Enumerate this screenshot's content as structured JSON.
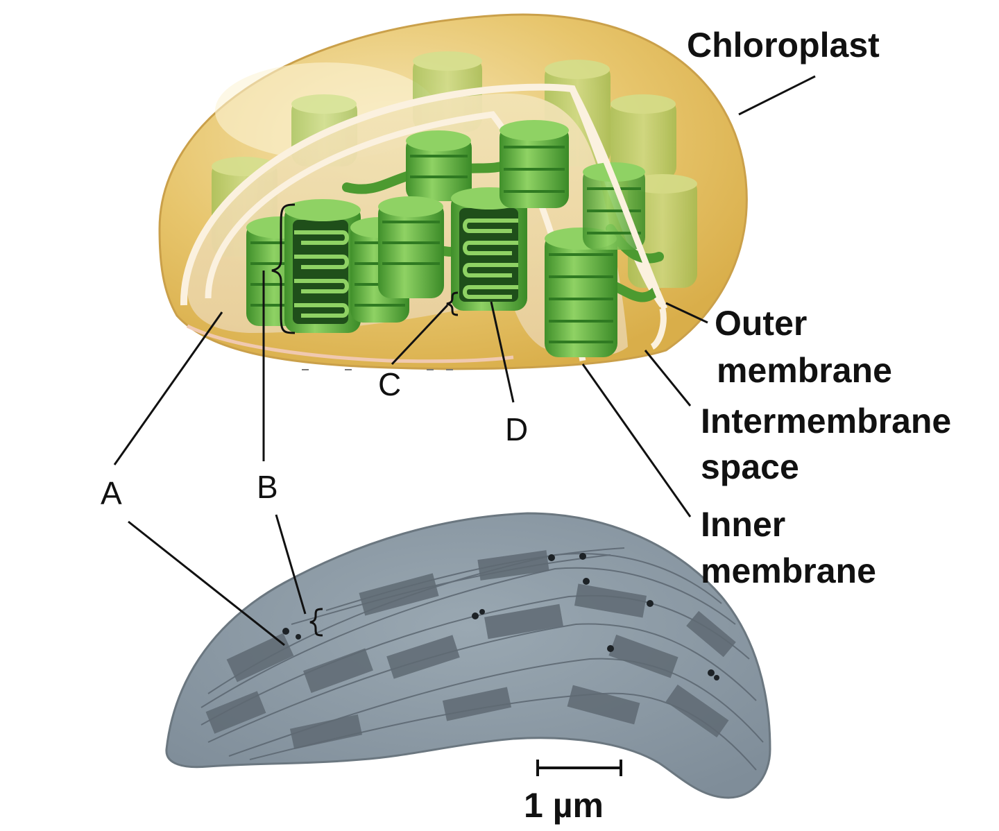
{
  "labels": {
    "chloroplast": "Chloroplast",
    "outer_membrane": [
      "Outer",
      "membrane"
    ],
    "intermembrane_space": [
      "Intermembrane",
      "space"
    ],
    "inner_membrane": [
      "Inner",
      "membrane"
    ],
    "a": "A",
    "b": "B",
    "c": "C",
    "d": "D"
  },
  "scale_bar": {
    "label": "1 µm"
  },
  "colors": {
    "envelope": "#e7c56c",
    "envelope_light": "#f3dfa1",
    "stroma": "#e9d9a8",
    "granum": "#5fae3a",
    "granum_dark": "#2f7a22",
    "granum_light": "#8fd264",
    "membrane": "#fbf1df",
    "micrograph": "#8d9ba6",
    "micrograph_dark": "#5b6670"
  }
}
